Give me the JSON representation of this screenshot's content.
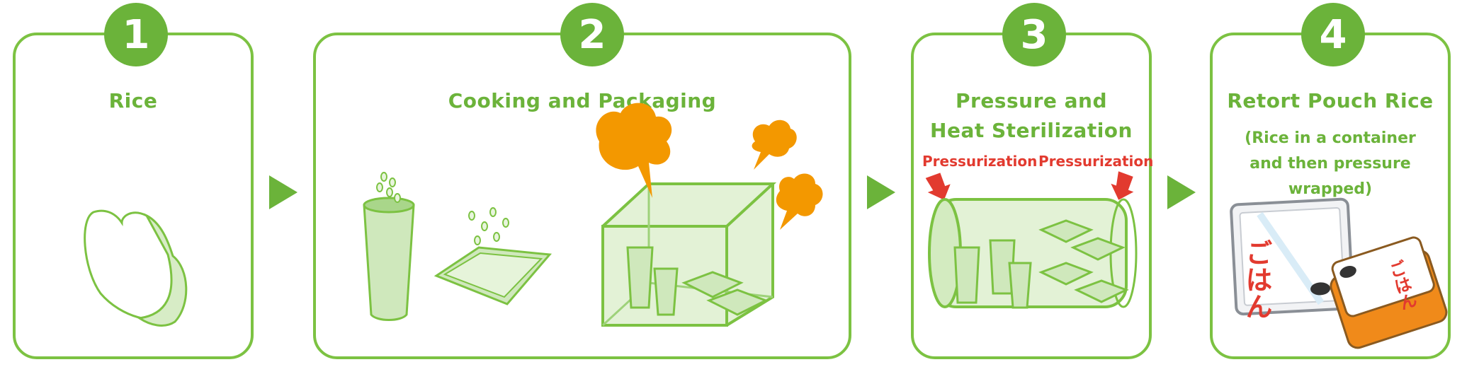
{
  "steps": [
    {
      "number": "1",
      "title": "Rice"
    },
    {
      "number": "2",
      "title": "Cooking and Packaging"
    },
    {
      "number": "3",
      "title": "Pressure and Heat Sterilization",
      "labels": [
        "Pressurization",
        "Pressurization"
      ]
    },
    {
      "number": "4",
      "title": "Retort Pouch Rice",
      "subtitle": "(Rice in a container and then pressure wrapped)",
      "pouch_text": "ごはん",
      "tray_text": "ごはん"
    }
  ],
  "colors": {
    "green": "#6bb33a",
    "border": "#7cc242",
    "red": "#e23a2f",
    "orange": "#f39800"
  }
}
